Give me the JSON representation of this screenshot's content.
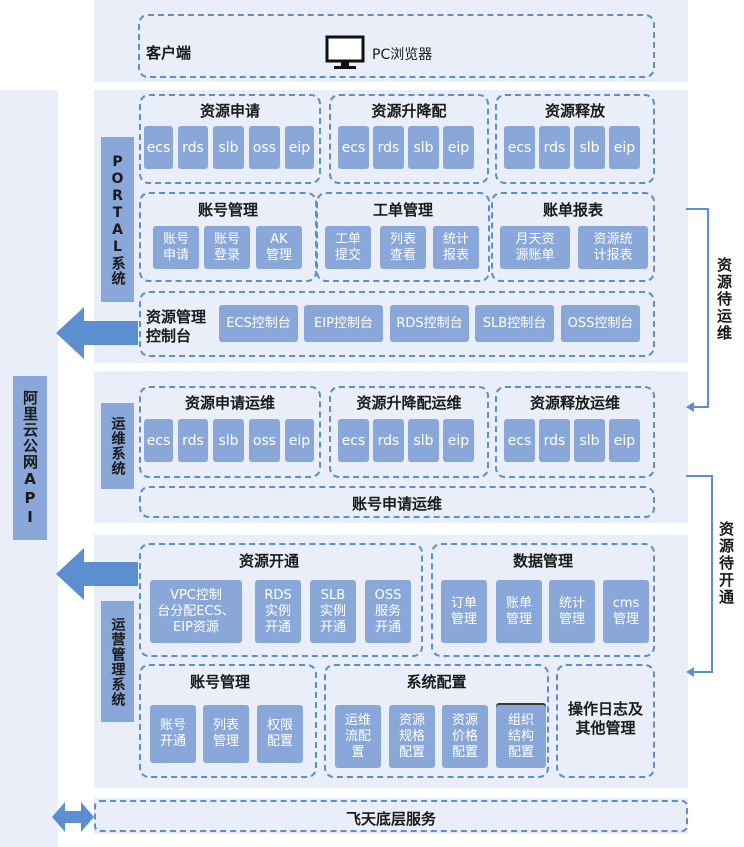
{
  "client": {
    "label": "客户端",
    "browser": "PC浏览器"
  },
  "api_label": "阿里云公网API",
  "portal": {
    "label": "PORTAL系统",
    "resource_apply": {
      "title": "资源申请",
      "items": [
        "ecs",
        "rds",
        "slb",
        "oss",
        "eip"
      ]
    },
    "resource_upgrade": {
      "title": "资源升降配",
      "items": [
        "ecs",
        "rds",
        "slb",
        "eip"
      ]
    },
    "resource_release": {
      "title": "资源释放",
      "items": [
        "ecs",
        "rds",
        "slb",
        "eip"
      ]
    },
    "account_mgmt": {
      "title": "账号管理",
      "items": [
        "账号\n申请",
        "账号\n登录",
        "AK\n管理"
      ]
    },
    "ticket_mgmt": {
      "title": "工单管理",
      "items": [
        "工单\n提交",
        "列表\n查看",
        "统计\n报表"
      ]
    },
    "bill_report": {
      "title": "账单报表",
      "items": [
        "月天资\n源账单",
        "资源统\n计报表"
      ]
    },
    "console": {
      "title": "资源管理\n控制台",
      "items": [
        "ECS控制台",
        "EIP控制台",
        "RDS控制台",
        "SLB控制台",
        "OSS控制台"
      ]
    }
  },
  "ops": {
    "label": "运维系统",
    "apply_ops": {
      "title": "资源申请运维",
      "items": [
        "ecs",
        "rds",
        "slb",
        "oss",
        "eip"
      ]
    },
    "upgrade_ops": {
      "title": "资源升降配运维",
      "items": [
        "ecs",
        "rds",
        "slb",
        "eip"
      ]
    },
    "release_ops": {
      "title": "资源释放运维",
      "items": [
        "ecs",
        "rds",
        "slb",
        "eip"
      ]
    },
    "account_ops": "账号申请运维"
  },
  "operation": {
    "label": "运营管理系统",
    "provision": {
      "title": "资源开通",
      "items": [
        "VPC控制\n台分配ECS、\nEIP资源",
        "RDS\n实例\n开通",
        "SLB\n实例\n开通",
        "OSS\n服务\n开通"
      ]
    },
    "data_mgmt": {
      "title": "数据管理",
      "items": [
        "订单\n管理",
        "账单\n管理",
        "统计\n管理",
        "cms\n管理"
      ]
    },
    "account_mgmt": {
      "title": "账号管理",
      "items": [
        "账号\n开通",
        "列表\n管理",
        "权限\n配置"
      ]
    },
    "sys_config": {
      "title": "系统配置",
      "items": [
        "运维\n流配\n置",
        "资源\n规格\n配置",
        "资源\n价格\n配置",
        "组织\n结构\n配置"
      ]
    },
    "log_other": "操作日志及\n其他管理"
  },
  "bottom": "飞天底层服务",
  "flow": {
    "pending_ops": "资源待运维",
    "pending_open": "资源待开通"
  },
  "colors": {
    "panel": "#e9eef8",
    "chip": "#8aa7d9",
    "dash": "#5b8fd0",
    "arrow": "#5b8fd0"
  }
}
